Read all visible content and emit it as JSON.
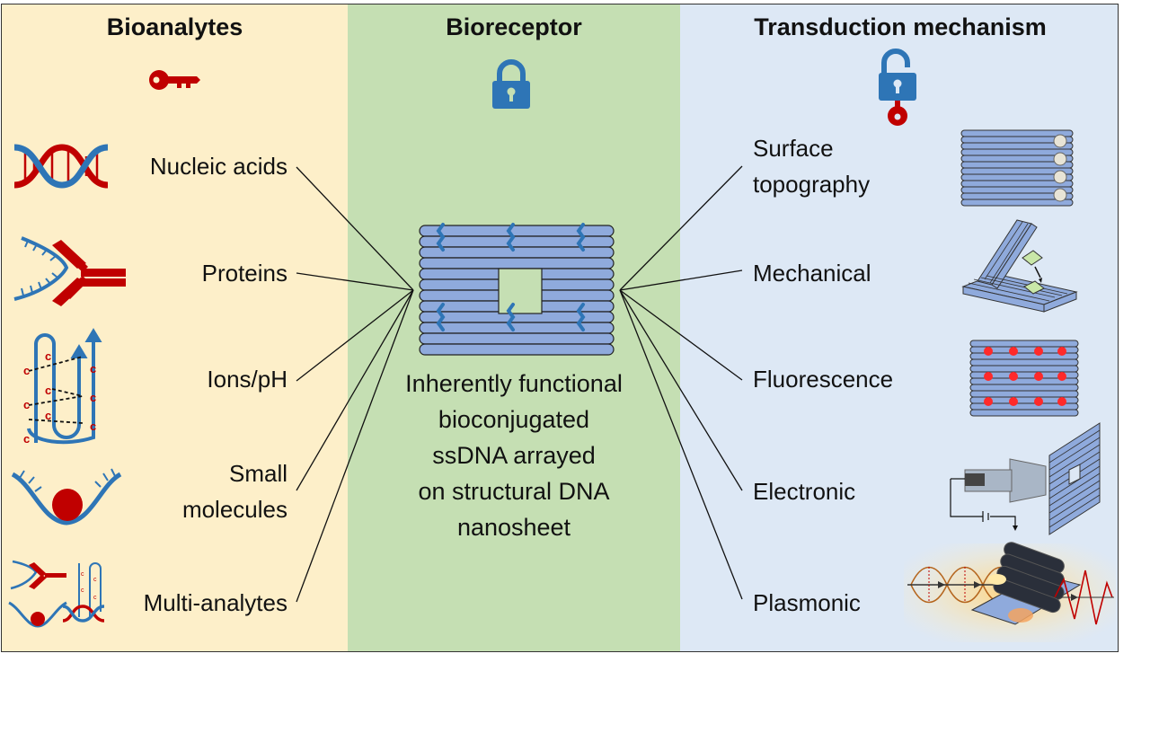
{
  "headers": {
    "bioanalytes": "Bioanalytes",
    "bioreceptor": "Bioreceptor",
    "transduction": "Transduction mechanism"
  },
  "analytes": [
    {
      "label": "Nucleic acids",
      "icon": "dna-double-helix-icon"
    },
    {
      "label": "Proteins",
      "icon": "antibody-icon"
    },
    {
      "label": "Ions/pH",
      "icon": "g-quadruplex-icon"
    },
    {
      "label_line1": "Small",
      "label_line2": "molecules",
      "icon": "aptamer-small-molecule-icon"
    },
    {
      "label": "Multi-analytes",
      "icon": "multi-analyte-icon"
    }
  ],
  "center": {
    "lines": [
      "Inherently functional",
      "bioconjugated",
      "ssDNA arrayed",
      "on structural DNA",
      "nanosheet"
    ]
  },
  "mechanisms": [
    {
      "label_line1": "Surface",
      "label_line2": "topography",
      "icon": "nanosheet-beads-icon"
    },
    {
      "label": "Mechanical",
      "icon": "dna-origami-hinge-icon"
    },
    {
      "label": "Fluorescence",
      "icon": "nanosheet-fluorophores-icon"
    },
    {
      "label": "Electronic",
      "icon": "nanopore-circuit-icon"
    },
    {
      "label": "Plasmonic",
      "icon": "plasmonic-nanostructure-icon"
    }
  ],
  "colors": {
    "bioanalytes_bg": "#fdefc9",
    "bioreceptor_bg": "#c5dfb3",
    "transduction_bg": "#dde8f5",
    "dna_blue": "#2e75b6",
    "protein_red": "#c00000",
    "sheet_blue": "#8faadc"
  }
}
